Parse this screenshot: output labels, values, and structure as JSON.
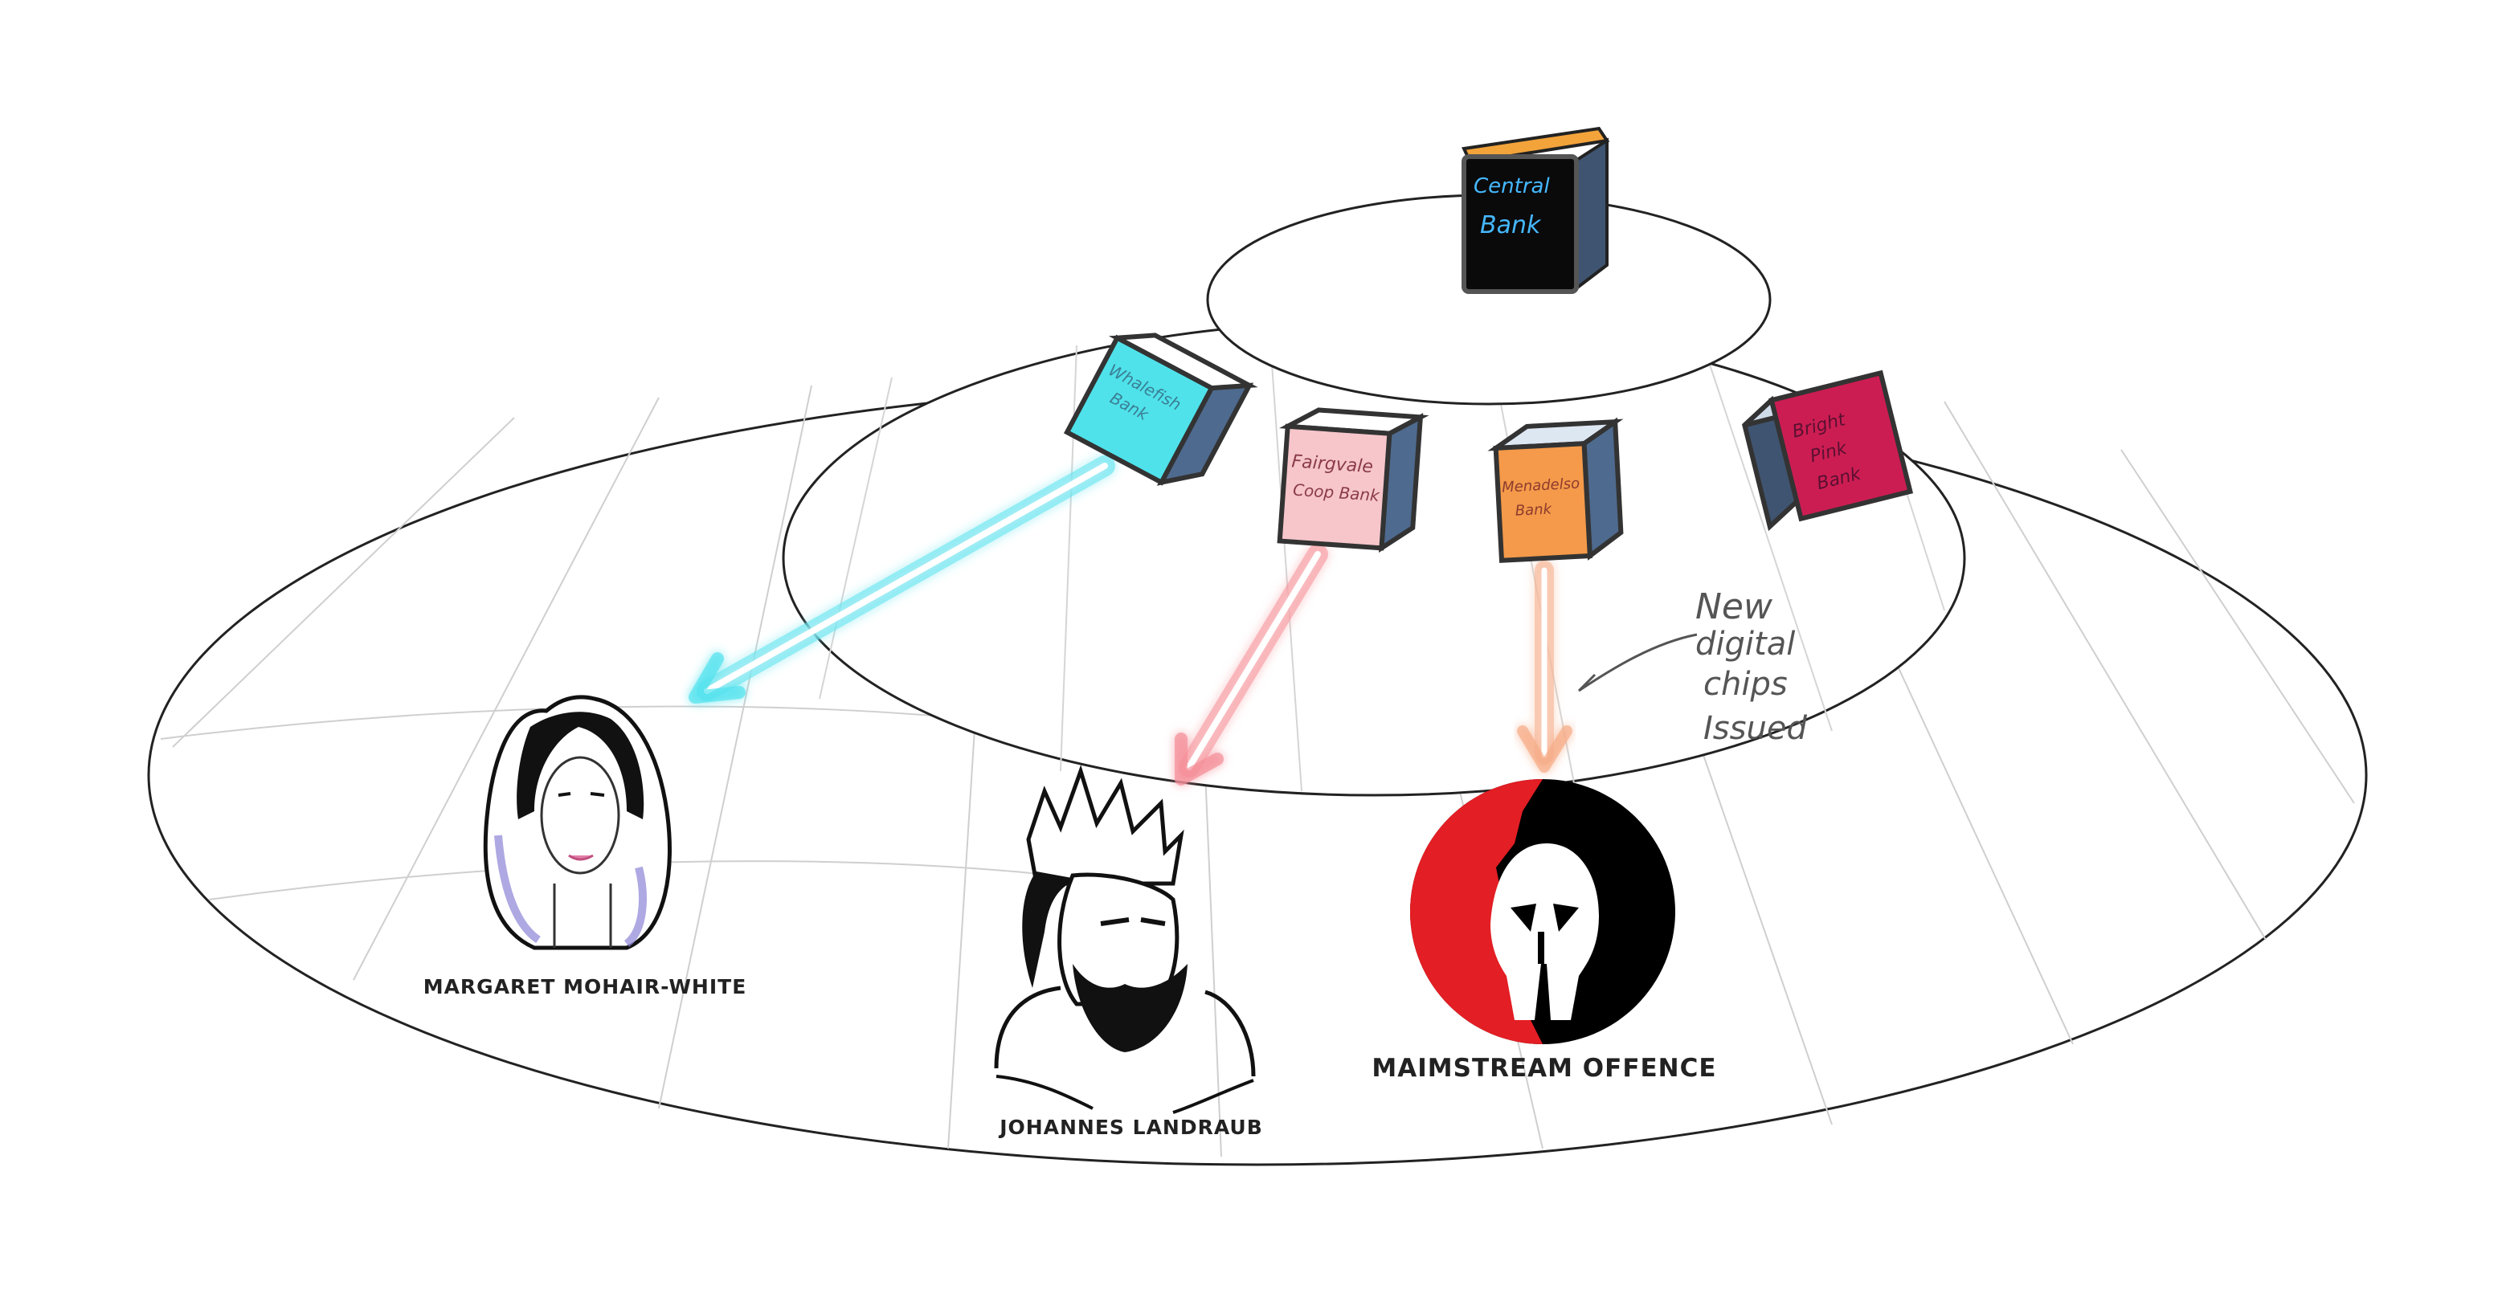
{
  "tiers": {
    "top": "central",
    "middle": "commercial-banks",
    "bottom": "recipients"
  },
  "central_bank": {
    "line1": "Central",
    "line2": "Bank",
    "top_color": "#f2a33a",
    "face_color": "#0a0a0a",
    "side_color": "#3f5470",
    "text_color": "#45b8ff"
  },
  "banks": [
    {
      "lines": [
        "Whalefish",
        "Bank"
      ],
      "face_color": "#4fe2ea",
      "side_color": "#4e6a8e",
      "text_color": "#3b7f95",
      "arrow_color": "#52e3ee"
    },
    {
      "lines": [
        "Fairgvale",
        "Coop Bank"
      ],
      "face_color": "#f6c6cb",
      "side_color": "#4e6a8e",
      "text_color": "#8a3b48",
      "arrow_color": "#f58f98"
    },
    {
      "lines": [
        "Menadelso",
        "Bank"
      ],
      "face_color": "#f49a4a",
      "side_color": "#4e6a8e",
      "text_color": "#8e3b2e",
      "arrow_color": "#f6ad87"
    },
    {
      "lines": [
        "Bright",
        "Pink",
        "Bank"
      ],
      "face_color": "#cc1d53",
      "side_color": "#3f5470",
      "text_color": "#5a1030",
      "arrow_color": ""
    }
  ],
  "annotation": {
    "lines": [
      "New",
      "digital",
      "chips",
      "Issued"
    ],
    "color": "#555555"
  },
  "recipients": [
    {
      "name": "MARGARET MOHAIR-WHITE",
      "icon": "woman-portrait-icon"
    },
    {
      "name": "JOHANNES LANDRAUB",
      "icon": "bearded-man-portrait-icon"
    },
    {
      "name": "MAIMSTREAM OFFENCE",
      "icon": "spartan-helmet-logo-icon",
      "brand_red": "#e31e24",
      "brand_black": "#000000"
    }
  ]
}
